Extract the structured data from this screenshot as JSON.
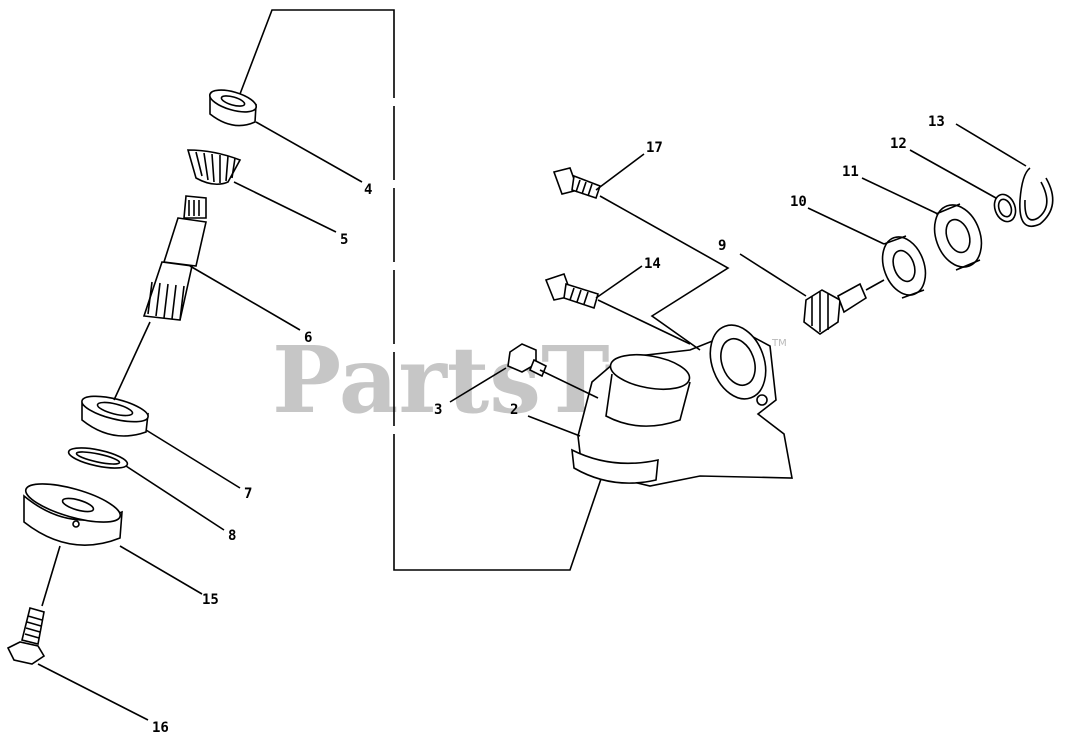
{
  "watermark": {
    "text": "PartsTree",
    "trademark": "TM"
  },
  "callouts": {
    "c2": "2",
    "c3": "3",
    "c4": "4",
    "c5": "5",
    "c6": "6",
    "c7": "7",
    "c8": "8",
    "c9": "9",
    "c10": "10",
    "c11": "11",
    "c12": "12",
    "c13": "13",
    "c14": "14",
    "c15": "15",
    "c16": "16",
    "c17": "17"
  }
}
